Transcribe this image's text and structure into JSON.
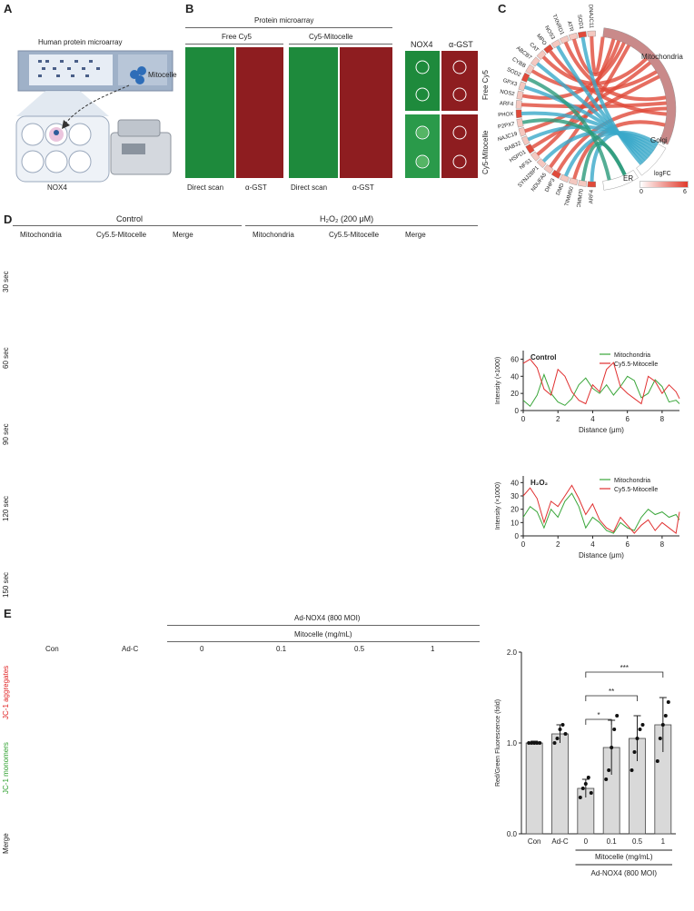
{
  "panels": {
    "A": "A",
    "B": "B",
    "C": "C",
    "D": "D",
    "E": "E"
  },
  "panelA": {
    "title": "Human protein microarray",
    "mitocelle": "Mitocelle",
    "nox4": "NOX4"
  },
  "panelB": {
    "title": "Protein microarray",
    "group1": "Free Cy5",
    "group2": "Cy5-Mitocelle",
    "direct_scan": "Direct scan",
    "agst": "α-GST",
    "zoom_cols": [
      "NOX4",
      "α-GST"
    ],
    "zoom_rows": [
      "Free Cy5",
      "Cy5-Mitocelle"
    ],
    "colors": {
      "green": "#1e8a3c",
      "red": "#8e1d20"
    }
  },
  "panelC": {
    "genes": [
      "ARF4",
      "TOMM70",
      "TIMM50",
      "DMD",
      "DHP3",
      "NDUFA5",
      "SYNJ2BP1",
      "NFS1",
      "HSPD1",
      "RAB32",
      "DNAJC19",
      "P2PX7",
      "p22PHOX",
      "ARF4",
      "NOS2",
      "GPX3",
      "SOD2",
      "CYBB",
      "ABCB7",
      "CAT",
      "MPO",
      "NOS3",
      "TXNRD1",
      "ATR",
      "SOD1",
      "DNAJC11"
    ],
    "groups": [
      "Mitochondria",
      "Golgi",
      "ER"
    ],
    "legend_title": "logFC",
    "legend_min": "0",
    "legend_max": "6",
    "colors": {
      "mito": "#e04a3a",
      "golgi": "#3aa9c9",
      "er": "#2a9a7a",
      "outer": "#c98a8a"
    }
  },
  "panelD": {
    "control": "Control",
    "h2o2": "H₂O₂ (200 μM)",
    "columns": [
      "Mitochondria",
      "Cy5.5-Mitocelle",
      "Merge",
      "Mitochondria",
      "Cy5.5-Mitocelle",
      "Merge"
    ],
    "rows": [
      "30 sec",
      "60 sec",
      "90 sec",
      "120 sec",
      "150 sec"
    ]
  },
  "chart_data": [
    {
      "type": "line",
      "title": "Control",
      "xlabel": "Distance (μm)",
      "ylabel": "Intensity (×1000)",
      "xlim": [
        0,
        9
      ],
      "ylim": [
        0,
        70
      ],
      "xticks": [
        0,
        2,
        4,
        6,
        8
      ],
      "yticks": [
        0,
        20,
        40,
        60
      ],
      "series": [
        {
          "name": "Mitochondria",
          "color": "#3aa63a",
          "x": [
            0,
            0.4,
            0.8,
            1.2,
            1.6,
            2.0,
            2.4,
            2.8,
            3.2,
            3.6,
            4.0,
            4.4,
            4.8,
            5.2,
            5.6,
            6.0,
            6.4,
            6.8,
            7.2,
            7.6,
            8.0,
            8.4,
            8.8,
            9.0
          ],
          "y": [
            12,
            5,
            18,
            42,
            20,
            10,
            6,
            14,
            30,
            38,
            26,
            20,
            30,
            18,
            28,
            40,
            35,
            15,
            20,
            36,
            28,
            10,
            12,
            8
          ]
        },
        {
          "name": "Cy5.5-Mitocelle",
          "color": "#e03030",
          "x": [
            0,
            0.4,
            0.8,
            1.2,
            1.6,
            2.0,
            2.4,
            2.8,
            3.2,
            3.6,
            4.0,
            4.4,
            4.8,
            5.2,
            5.6,
            6.0,
            6.4,
            6.8,
            7.2,
            7.6,
            8.0,
            8.4,
            8.8,
            9.0
          ],
          "y": [
            55,
            60,
            50,
            25,
            18,
            48,
            40,
            22,
            12,
            8,
            30,
            22,
            48,
            56,
            28,
            20,
            14,
            8,
            40,
            34,
            20,
            30,
            22,
            14
          ]
        }
      ]
    },
    {
      "type": "line",
      "title": "H₂O₂",
      "xlabel": "Distance (μm)",
      "ylabel": "Intensity (×1000)",
      "xlim": [
        0,
        9
      ],
      "ylim": [
        0,
        45
      ],
      "xticks": [
        0,
        2,
        4,
        6,
        8
      ],
      "yticks": [
        0,
        10,
        20,
        30,
        40
      ],
      "series": [
        {
          "name": "Mitochondria",
          "color": "#3aa63a",
          "x": [
            0,
            0.4,
            0.8,
            1.2,
            1.6,
            2.0,
            2.4,
            2.8,
            3.2,
            3.6,
            4.0,
            4.4,
            4.8,
            5.2,
            5.6,
            6.0,
            6.4,
            6.8,
            7.2,
            7.6,
            8.0,
            8.4,
            8.8,
            9.0
          ],
          "y": [
            14,
            22,
            18,
            6,
            20,
            14,
            26,
            32,
            22,
            6,
            14,
            10,
            4,
            2,
            10,
            6,
            4,
            14,
            20,
            16,
            18,
            14,
            16,
            12
          ]
        },
        {
          "name": "Cy5.5-Mitocelle",
          "color": "#e03030",
          "x": [
            0,
            0.4,
            0.8,
            1.2,
            1.6,
            2.0,
            2.4,
            2.8,
            3.2,
            3.6,
            4.0,
            4.4,
            4.8,
            5.2,
            5.6,
            6.0,
            6.4,
            6.8,
            7.2,
            7.6,
            8.0,
            8.4,
            8.8,
            9.0
          ],
          "y": [
            30,
            36,
            28,
            10,
            26,
            22,
            30,
            38,
            28,
            16,
            24,
            12,
            6,
            3,
            14,
            8,
            2,
            8,
            12,
            4,
            10,
            6,
            2,
            18
          ]
        }
      ]
    },
    {
      "type": "bar",
      "ylabel": "Red/Green Fluorescence (fold)",
      "categories": [
        "Con",
        "Ad-C",
        "0",
        "0.1",
        "0.5",
        "1"
      ],
      "values": [
        1.0,
        1.1,
        0.5,
        0.95,
        1.05,
        1.2
      ],
      "errors": [
        0.02,
        0.1,
        0.1,
        0.3,
        0.25,
        0.3
      ],
      "points": [
        [
          1,
          1,
          1,
          1,
          1
        ],
        [
          1.0,
          1.05,
          1.15,
          1.2,
          1.1
        ],
        [
          0.4,
          0.5,
          0.55,
          0.62,
          0.45
        ],
        [
          0.6,
          0.7,
          0.95,
          1.15,
          1.3
        ],
        [
          0.7,
          0.9,
          1.05,
          1.15,
          1.2
        ],
        [
          0.8,
          1.05,
          1.2,
          1.3,
          1.45
        ]
      ],
      "ylim": [
        0,
        2.0
      ],
      "yticks": [
        0.0,
        1.0,
        2.0
      ],
      "significance": [
        "*",
        "**",
        "***"
      ],
      "xlabel_group1": "Mitocelle (mg/mL)",
      "xlabel_group2": "Ad-NOX4 (800 MOI)"
    }
  ],
  "panelE": {
    "header_top": "Ad-NOX4 (800 MOI)",
    "header_mid": "Mitocelle (mg/mL)",
    "columns": [
      "Con",
      "Ad-C",
      "0",
      "0.1",
      "0.5",
      "1"
    ],
    "rows": [
      "JC-1 aggregates",
      "JC-1 monomers",
      "Merge"
    ],
    "row_colors": [
      "#e02020",
      "#2fa02f",
      "#222222"
    ]
  }
}
